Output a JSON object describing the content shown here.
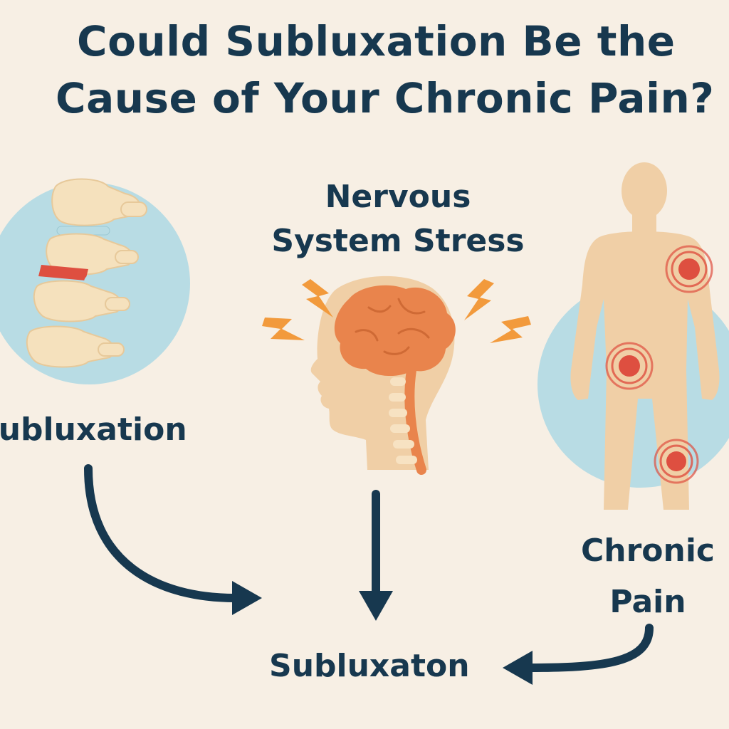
{
  "title": {
    "line1": "Could Subluxation Be the",
    "line2": "Cause of Your Chronic Pain?"
  },
  "nodes": {
    "subluxation_left": "Subluxation",
    "nervous_line1": "Nervous",
    "nervous_line2": "System Stress",
    "chronic_line1": "Chronic",
    "chronic_line2": "Pain",
    "subluxation_bottom": "Subluxaton"
  },
  "colors": {
    "background": "#f7efe4",
    "text": "#17384f",
    "circle": "#b8dce4",
    "bone": "#f5e1bd",
    "brain": "#e9844c",
    "skin": "#f0cfa6",
    "pain": "#de4f40",
    "bolt": "#f29a3c",
    "arrow": "#17384f"
  },
  "icons": [
    "spine-icon",
    "head-brain-icon",
    "body-pain-icon",
    "lightning-icon",
    "arrow-icon"
  ]
}
